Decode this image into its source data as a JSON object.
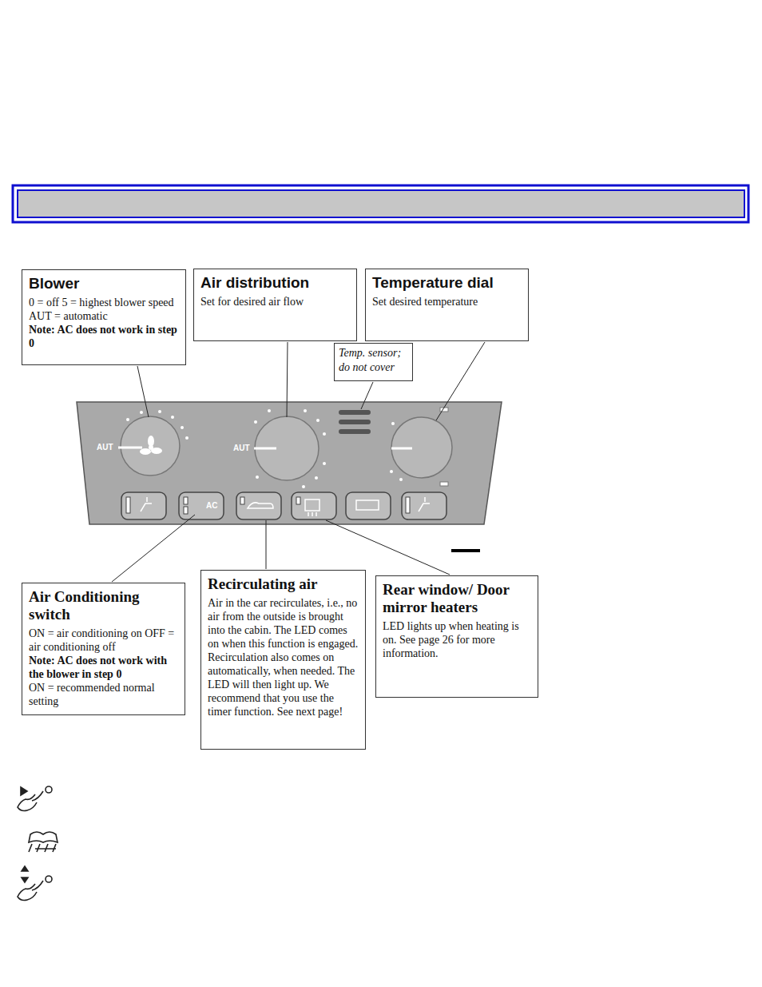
{
  "diagram": {
    "nodes": [
      {
        "text": [
          "Blower",
          "0 = off 5 = highest blower speed AUT = automatic",
          "Note: AC does not work in step 0"
        ]
      },
      {
        "text": [
          "Air distribution",
          "Set for desired air flow"
        ]
      },
      {
        "text": [
          "Temperature dial",
          "Set desired temperature"
        ]
      },
      {
        "text": [
          "Temp. sensor; do not cover"
        ]
      },
      {
        "text": [
          "Air Conditioning switch",
          "ON = air conditioning on OFF = air conditioning off",
          "Note: AC does not work with the blower in step 0",
          "ON = recommended normal setting"
        ]
      },
      {
        "text": [
          "Recirculating air",
          "Air in the car recirculates, i.e., no air from the outside is brought into the cabin. The LED comes on when this function is engaged. Recirculation also comes on automatically, when needed. The LED will then light up. We recommend that you use the timer function. See next page!"
        ]
      },
      {
        "text": [
          "Rear window/ Door mirror heaters",
          "LED lights up when heating is on. See page 26 for more information."
        ]
      }
    ],
    "labels": [
      "AUT",
      "AUT",
      "AC"
    ]
  }
}
